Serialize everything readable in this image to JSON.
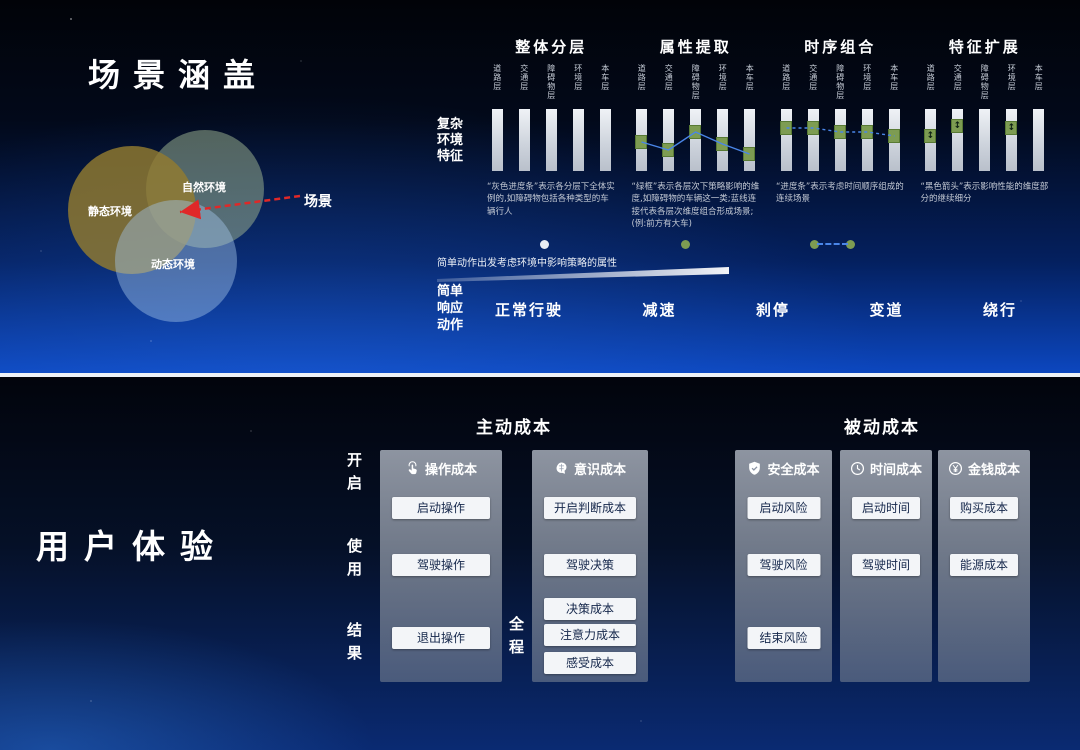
{
  "scene": {
    "title": "场景涵盖",
    "venn": {
      "static_label": "静态环境",
      "natural_label": "自然环境",
      "dynamic_label": "动态环境",
      "arrow_label": "场景"
    },
    "matrix_row_lines": [
      "复杂",
      "环境",
      "特征"
    ],
    "bar_labels": [
      "道路层",
      "交通层",
      "障碍物层",
      "环境层",
      "本车层"
    ],
    "columns": [
      {
        "title": "整体分层",
        "variant": "plain",
        "desc": "“灰色进度条”表示各分层下全体实例的,如障碍物包括各种类型的车辆行人"
      },
      {
        "title": "属性提取",
        "variant": "linked",
        "desc": "“绿框”表示各层次下策略影响的维度,如障碍物的车辆这一类;蓝线连接代表各层次维度组合形成场景;(例:前方有大车)"
      },
      {
        "title": "时序组合",
        "variant": "sequence",
        "desc": "“进度条”表示考虑时间顺序组成的连续场景"
      },
      {
        "title": "特征扩展",
        "variant": "expand",
        "desc": "“黑色箭头”表示影响性能的维度部分的继续细分"
      }
    ],
    "slider_caption": "简单动作出发考虑环境中影响策略的属性",
    "action_label_lines": [
      "简单",
      "响应",
      "动作"
    ],
    "actions": [
      "正常行驶",
      "减速",
      "刹停",
      "变道",
      "绕行"
    ]
  },
  "experience": {
    "title": "用户体验",
    "active_header": "主动成本",
    "passive_header": "被动成本",
    "stage_labels": [
      "开启",
      "使用",
      "结果"
    ],
    "full_label": "全程",
    "panels": [
      {
        "icon": "touch-icon",
        "title": "操作成本",
        "items": [
          {
            "label": "启动操作",
            "row": "r0"
          },
          {
            "label": "驾驶操作",
            "row": "r1"
          },
          {
            "label": "退出操作",
            "row": "r2"
          }
        ]
      },
      {
        "icon": "mind-icon",
        "title": "意识成本",
        "items": [
          {
            "label": "开启判断成本",
            "row": "r0"
          },
          {
            "label": "驾驶决策",
            "row": "r1"
          },
          {
            "label": "决策成本",
            "row": "r2a"
          },
          {
            "label": "注意力成本",
            "row": "r2b"
          },
          {
            "label": "感受成本",
            "row": "r2c"
          }
        ]
      },
      {
        "icon": "shield-icon",
        "title": "安全成本",
        "items": [
          {
            "label": "启动风险",
            "row": "r0"
          },
          {
            "label": "驾驶风险",
            "row": "r1"
          },
          {
            "label": "结束风险",
            "row": "r2"
          }
        ]
      },
      {
        "icon": "clock-icon",
        "title": "时间成本",
        "items": [
          {
            "label": "启动时间",
            "row": "r0"
          },
          {
            "label": "驾驶时间",
            "row": "r1"
          }
        ]
      },
      {
        "icon": "money-icon",
        "title": "金钱成本",
        "items": [
          {
            "label": "购买成本",
            "row": "r0"
          },
          {
            "label": "能源成本",
            "row": "r1"
          }
        ]
      }
    ]
  }
}
